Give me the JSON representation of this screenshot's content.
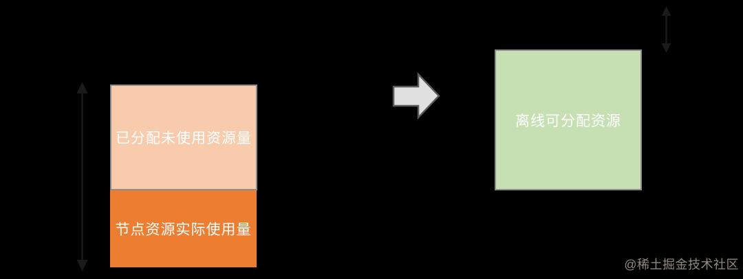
{
  "colors": {
    "background": "#000000",
    "allocated_unused_fill": "#F8CBAD",
    "actual_usage_fill": "#ED7D31",
    "offline_fill": "#C6E0B4",
    "box_border": "#8C8C8C",
    "block_arrow_fill": "#E0E0E0",
    "block_arrow_stroke": "#595959",
    "measure_arrow": "#1A1A1A",
    "label_text": "#FFFFFF",
    "watermark_text": "#8F8A82"
  },
  "boxes": {
    "allocated_unused": {
      "label": "已分配未使用资源量"
    },
    "actual_usage": {
      "label": "节点资源实际使用量"
    },
    "offline_allocatable": {
      "label": "离线可分配资源"
    }
  },
  "watermark": {
    "text": "@稀土掘金技术社区"
  }
}
